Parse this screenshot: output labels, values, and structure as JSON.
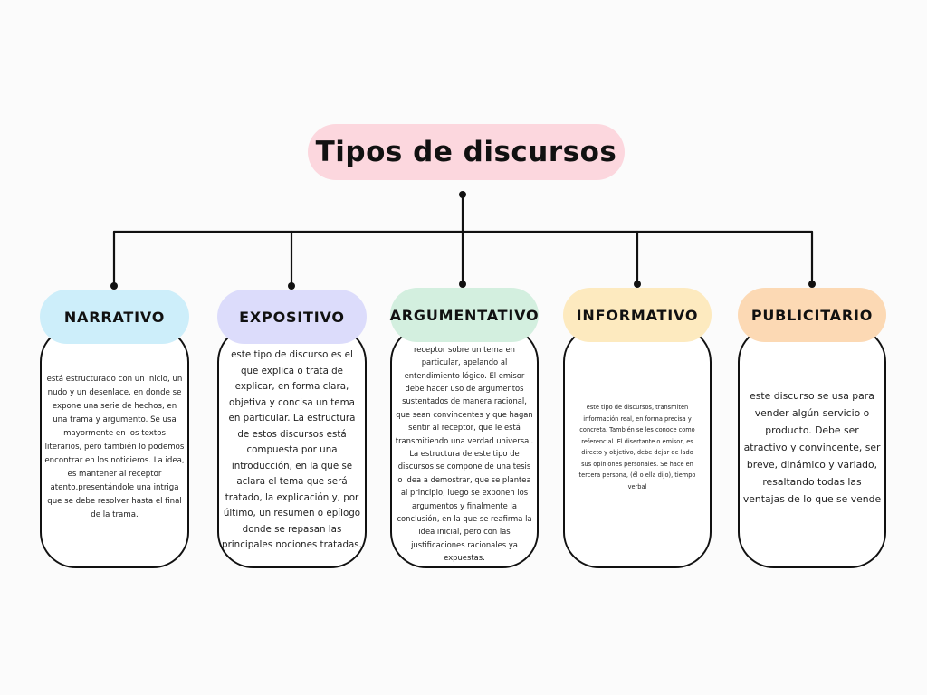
{
  "title": "Tipos de discursos",
  "colors": {
    "title_bg": "#fcd7de",
    "narrativo": "#cdeefa",
    "expositivo": "#dcdcfb",
    "argumentativo": "#d3efdf",
    "informativo": "#fdeabf",
    "publicitario": "#fcd9b4",
    "line": "#111111"
  },
  "categories": [
    {
      "label": "NARRATIVO",
      "text": "está estructurado con un inicio, un nudo y un desenlace, en donde se expone una serie de hechos, en una trama y argumento. Se usa mayormente en los textos literarios, pero también lo podemos encontrar en los noticieros. La idea, es mantener al receptor atento,presentándole una intriga que se debe resolver hasta el final de la trama."
    },
    {
      "label": "EXPOSITIVO",
      "text": "este tipo de discurso es el que explica o trata de explicar, en forma clara, objetiva y concisa un tema en particular. La estructura de estos discursos está compuesta por una introducción, en la que se aclara el tema que será tratado, la explicación y, por último, un resumen o epílogo donde se repasan las principales nociones tratadas."
    },
    {
      "label": "ARGUMENTATIVO",
      "text": "este discurso debe de convencer al receptor sobre un tema en particular, apelando al entendimiento lógico. El emisor debe hacer uso de argumentos sustentados de manera racional, que sean convincentes y que hagan sentir al receptor, que le está transmitiendo una verdad universal. La estructura de este tipo de discursos se compone de una tesis o idea a demostrar, que se plantea al principio, luego se exponen los argumentos y finalmente la conclusión, en la que se reafirma la idea inicial, pero con las justificaciones racionales ya expuestas."
    },
    {
      "label": "INFORMATIVO",
      "text": "este tipo de discursos, transmiten información real, en forma precisa y concreta. También se les conoce como referencial. El disertante o emisor, es directo y objetivo, debe dejar de lado sus opiniones personales. Se hace en tercera persona, (él o ella dijo), tiempo verbal"
    },
    {
      "label": "PUBLICITARIO",
      "text": "este discurso se usa para vender algún servicio o producto. Debe ser atractivo y convincente, ser breve, dinámico y variado, resaltando todas las ventajas de lo que se vende"
    }
  ]
}
